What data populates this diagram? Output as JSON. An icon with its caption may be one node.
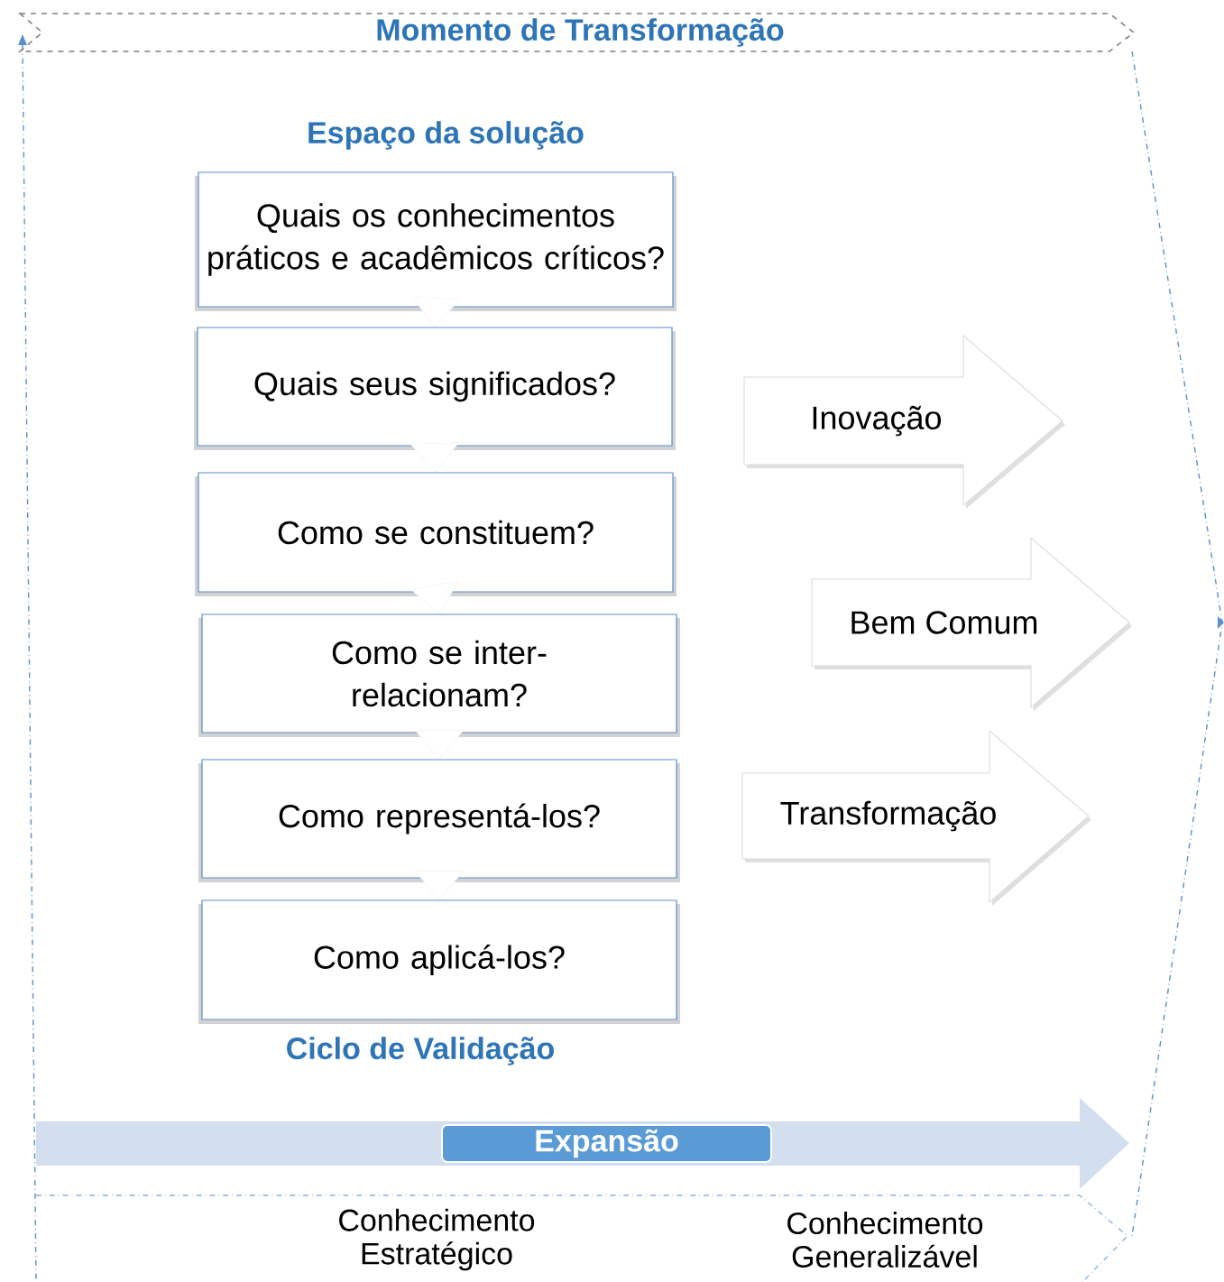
{
  "diagram": {
    "nodes": [
      {
        "text": [
          "Momento de Transformação"
        ]
      },
      {
        "text": [
          "Quais os conhecimentos práticos e acadêmicos críticos?"
        ]
      },
      {
        "text": [
          "Quais seus significados?"
        ]
      },
      {
        "text": [
          "Como se constituem?"
        ]
      },
      {
        "text": [
          "Como se inter-relacionam?"
        ]
      },
      {
        "text": [
          "Como representá-los?"
        ]
      },
      {
        "text": [
          "Como aplicá-los?"
        ]
      },
      {
        "text": [
          "Inovação"
        ]
      },
      {
        "text": [
          "Bem Comum"
        ]
      },
      {
        "text": [
          "Transformação"
        ]
      },
      {
        "text": [
          "Expansão"
        ]
      }
    ],
    "edges": [
      {
        "from": 1,
        "to": 2,
        "arrow": "to"
      },
      {
        "from": 2,
        "to": 3,
        "arrow": "to"
      },
      {
        "from": 3,
        "to": 4,
        "arrow": "to"
      },
      {
        "from": 4,
        "to": 5,
        "arrow": "to"
      },
      {
        "from": 5,
        "to": 6,
        "arrow": "to"
      }
    ],
    "labels": [
      "Espaço da solução",
      "Ciclo de Validação",
      "Conhecimento Estratégico",
      "Conhecimento Generalizável"
    ]
  }
}
